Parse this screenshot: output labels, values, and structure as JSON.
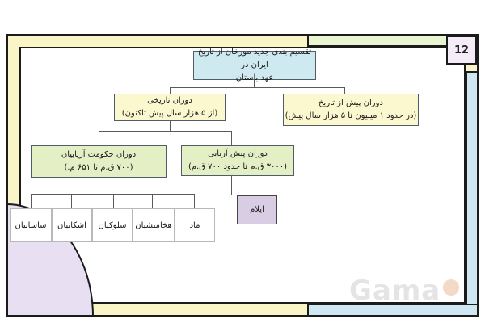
{
  "page_number": "12",
  "watermark_text": "Gama",
  "diagram": {
    "root": {
      "line1": "تقسیم بندی جدید مورخان از تاریخ ایران در",
      "line2": "عهد باستان"
    },
    "historical": {
      "line1": "دوران تاریخی",
      "line2": "(از ۵ هزار سال پیش تاکنون)"
    },
    "prehistoric": {
      "line1": "دوران پیش از تاریخ",
      "line2": "(در حدود ۱ میلیون تا ۵ هزار سال پیش)"
    },
    "aryan_gov": {
      "line1": "دوران حکومت آریاییان",
      "line2": "(۷۰۰ ق.م تا ۶۵۱ م.)"
    },
    "pre_aryan": {
      "line1": "دوران پیش آریایی",
      "line2": "(۳۰۰۰ ق.م تا حدود ۷۰۰ ق.م)"
    },
    "elam": "ایلام",
    "dynasties": [
      "ماد",
      "هخامنشیان",
      "سلوکیان",
      "اشکانیان",
      "ساسانیان"
    ]
  },
  "colors": {
    "frame_yellow": "#f9f5c6",
    "frame_blue": "#cfe7f2",
    "frame_green": "#e8f5d0",
    "corner_purple": "#e8dff3",
    "root_box": "#cfe9f0",
    "yellow_box": "#fbf7cf",
    "green_box": "#e4efc6",
    "purple_box": "#d9cde4"
  }
}
